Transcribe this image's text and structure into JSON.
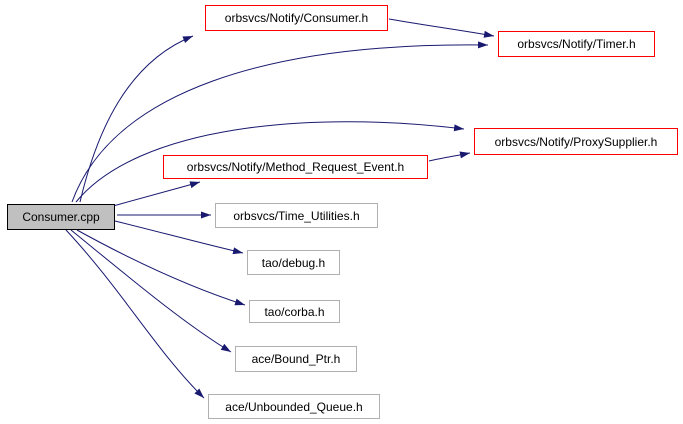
{
  "diagram": {
    "kind": "include-dependency-graph",
    "root": {
      "id": "consumer-cpp",
      "label": "Consumer.cpp"
    },
    "nodes": [
      {
        "id": "consumer-h",
        "label": "orbsvcs/Notify/Consumer.h",
        "border": "red"
      },
      {
        "id": "timer-h",
        "label": "orbsvcs/Notify/Timer.h",
        "border": "red"
      },
      {
        "id": "proxysupplier-h",
        "label": "orbsvcs/Notify/ProxySupplier.h",
        "border": "red"
      },
      {
        "id": "method-request-event-h",
        "label": "orbsvcs/Notify/Method_Request_Event.h",
        "border": "red"
      },
      {
        "id": "time-utilities-h",
        "label": "orbsvcs/Time_Utilities.h",
        "border": "gray"
      },
      {
        "id": "debug-h",
        "label": "tao/debug.h",
        "border": "gray"
      },
      {
        "id": "corba-h",
        "label": "tao/corba.h",
        "border": "gray"
      },
      {
        "id": "bound-ptr-h",
        "label": "ace/Bound_Ptr.h",
        "border": "gray"
      },
      {
        "id": "unbounded-queue-h",
        "label": "ace/Unbounded_Queue.h",
        "border": "gray"
      }
    ],
    "edges": [
      {
        "from": "Consumer.cpp",
        "to": "orbsvcs/Notify/Consumer.h"
      },
      {
        "from": "Consumer.cpp",
        "to": "orbsvcs/Notify/Timer.h"
      },
      {
        "from": "Consumer.cpp",
        "to": "orbsvcs/Notify/ProxySupplier.h"
      },
      {
        "from": "Consumer.cpp",
        "to": "orbsvcs/Notify/Method_Request_Event.h"
      },
      {
        "from": "Consumer.cpp",
        "to": "orbsvcs/Time_Utilities.h"
      },
      {
        "from": "Consumer.cpp",
        "to": "tao/debug.h"
      },
      {
        "from": "Consumer.cpp",
        "to": "tao/corba.h"
      },
      {
        "from": "Consumer.cpp",
        "to": "ace/Bound_Ptr.h"
      },
      {
        "from": "Consumer.cpp",
        "to": "ace/Unbounded_Queue.h"
      },
      {
        "from": "orbsvcs/Notify/Consumer.h",
        "to": "orbsvcs/Notify/Timer.h"
      },
      {
        "from": "orbsvcs/Notify/Method_Request_Event.h",
        "to": "orbsvcs/Notify/ProxySupplier.h"
      }
    ],
    "colors": {
      "edge": "#191970",
      "red_border": "#ff0000",
      "plain_border": "#b0b0b0",
      "root_fill": "#c0c0c0",
      "root_border": "#000000",
      "background": "#ffffff"
    }
  }
}
